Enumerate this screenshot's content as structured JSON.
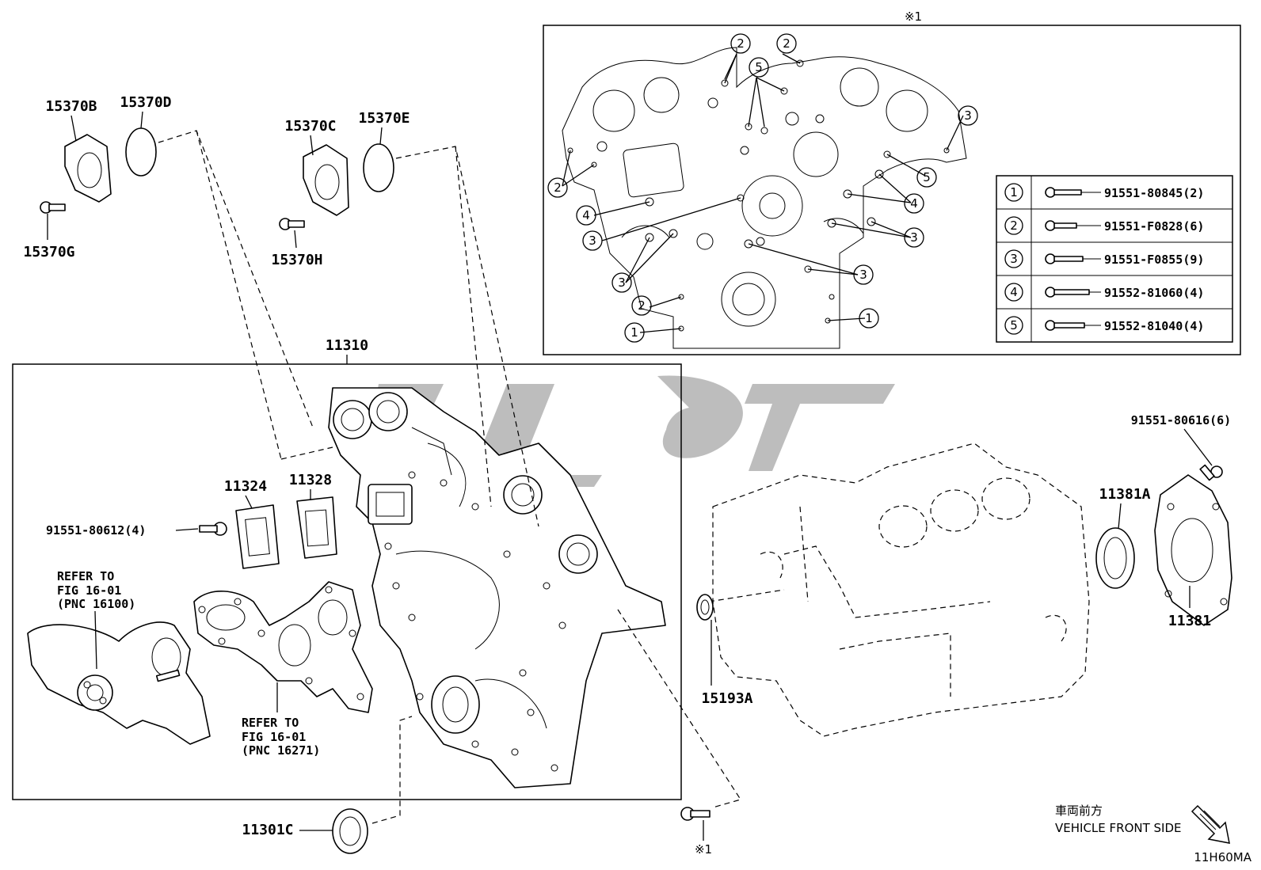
{
  "diagram": {
    "code": "11H60MA",
    "note_symbol": "※1",
    "direction": {
      "jp": "車両前方",
      "en": "VEHICLE FRONT SIDE"
    },
    "main_assembly": "11310",
    "parts": {
      "p15370B": "15370B",
      "p15370D": "15370D",
      "p15370G": "15370G",
      "p15370C": "15370C",
      "p15370E": "15370E",
      "p15370H": "15370H",
      "p11324": "11324",
      "p11328": "11328",
      "bolt_80612": "91551-80612(4)",
      "p11301C": "11301C",
      "p15193A": "15193A",
      "p11381A": "11381A",
      "p11381": "11381",
      "bolt_80616": "91551-80616(6)"
    },
    "refer1": {
      "line1": "REFER TO",
      "line2": "FIG 16-01",
      "line3": "(PNC 16100)"
    },
    "refer2": {
      "line1": "REFER TO",
      "line2": "FIG 16-01",
      "line3": "(PNC 16271)"
    },
    "bolt_table": [
      {
        "num": "1",
        "part": "91551-80845(2)"
      },
      {
        "num": "2",
        "part": "91551-F0828(6)"
      },
      {
        "num": "3",
        "part": "91551-F0855(9)"
      },
      {
        "num": "4",
        "part": "91552-81060(4)"
      },
      {
        "num": "5",
        "part": "91552-81040(4)"
      }
    ],
    "callouts": {
      "c1": "1",
      "c2": "2",
      "c3": "3",
      "c4": "4",
      "c5": "5"
    }
  }
}
